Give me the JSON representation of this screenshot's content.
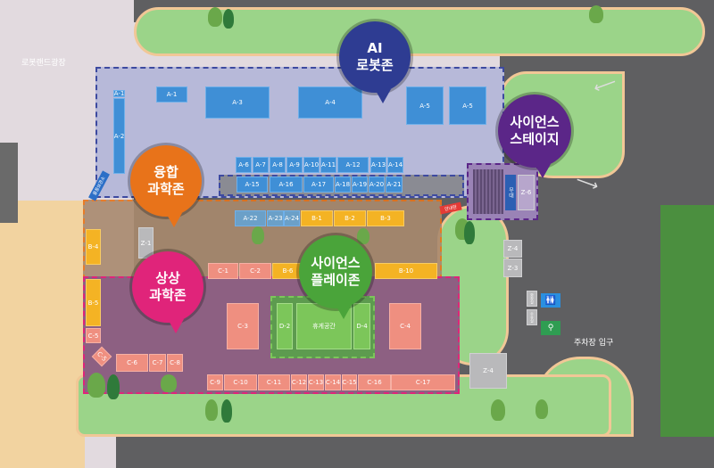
{
  "labels": {
    "plaza": "로봇랜드광장",
    "parking_entrance": "주차장 입구",
    "rest_area": "휴게공간",
    "stage": "무대",
    "info_sign": "안내판",
    "side_sign": "물품보관소",
    "restroom": "화장실",
    "nursing_room": "수유실"
  },
  "zones": {
    "ai": {
      "line1": "AI",
      "line2": "로봇존",
      "color": "#2e3c92"
    },
    "stage": {
      "line1": "사이언스",
      "line2": "스테이지",
      "color": "#5b2688"
    },
    "fusion": {
      "line1": "융합",
      "line2": "과학존",
      "color": "#e8731a"
    },
    "imagine": {
      "line1": "상상",
      "line2": "과학존",
      "color": "#e0247a"
    },
    "play": {
      "line1": "사이언스",
      "line2": "플레이존",
      "color": "#4aa43a"
    }
  },
  "booths": {
    "a": [
      "A-1",
      "A-1",
      "A-2",
      "A-3",
      "A-4",
      "A-5",
      "A-5",
      "A-6",
      "A-7",
      "A-8",
      "A-9",
      "A-10",
      "A-11",
      "A-12",
      "A-13",
      "A-14",
      "A-15",
      "A-16",
      "A-17",
      "A-18",
      "A-19",
      "A-20",
      "A-21",
      "A-22",
      "A-23",
      "A-24"
    ],
    "b": [
      "B-1",
      "B-2",
      "B-3",
      "B-4",
      "B-5",
      "B-6",
      "B-10"
    ],
    "c": [
      "C-1",
      "C-2",
      "C-3",
      "C-4",
      "C-5",
      "C-5",
      "C-6",
      "C-7",
      "C-8",
      "C-9",
      "C-10",
      "C-11",
      "C-12",
      "C-13",
      "C-14",
      "C-15",
      "C-16",
      "C-17"
    ],
    "d": [
      "D-2",
      "D-4"
    ],
    "z": [
      "Z-1",
      "Z-6",
      "Z-4",
      "Z-3",
      "Z-4"
    ]
  },
  "icons": {
    "restroom": "restroom-icon",
    "nursing": "nursing-room-icon"
  }
}
